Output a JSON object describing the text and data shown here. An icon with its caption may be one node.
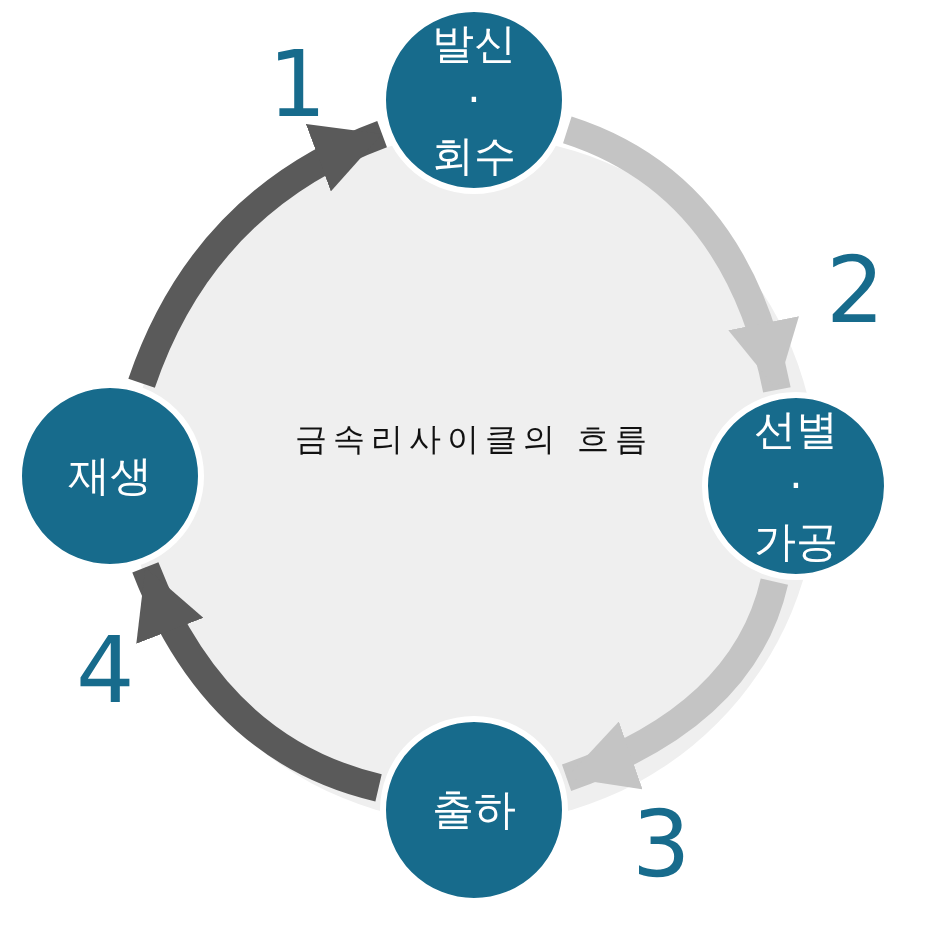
{
  "diagram": {
    "nodes": [
      {
        "text": [
          "발신 · 회수"
        ]
      },
      {
        "text": [
          "선별 · 가공"
        ]
      },
      {
        "text": [
          "출하"
        ]
      },
      {
        "text": [
          "재생"
        ]
      }
    ],
    "edges": [
      {
        "from": 0,
        "to": 1,
        "arrow": "to",
        "color": "#c4c4c4"
      },
      {
        "from": 1,
        "to": 2,
        "arrow": "to",
        "color": "#c4c4c4"
      },
      {
        "from": 2,
        "to": 3,
        "arrow": "to",
        "color": "#5a5a5a"
      },
      {
        "from": 3,
        "to": 0,
        "arrow": "to",
        "color": "#5a5a5a"
      }
    ],
    "labels": [
      "1",
      "2",
      "금속리사이클의 흐름",
      "4",
      "3"
    ]
  }
}
